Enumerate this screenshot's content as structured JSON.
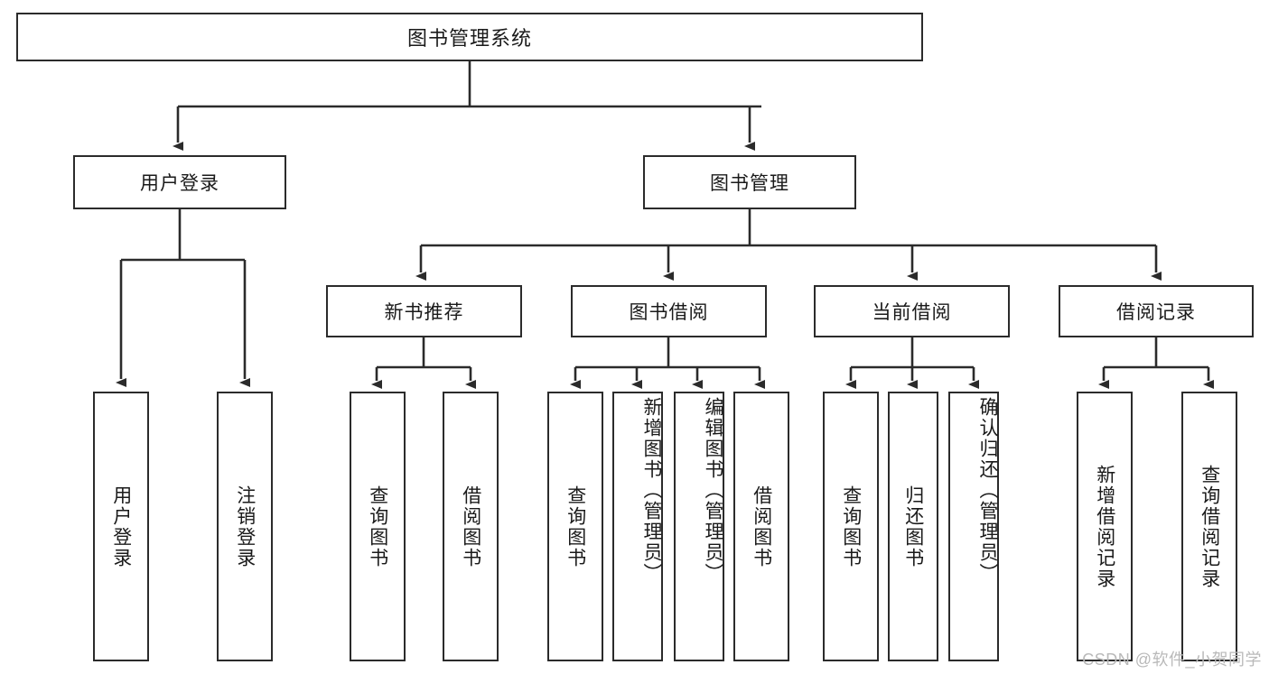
{
  "diagram": {
    "title": "图书管理系统",
    "type": "tree",
    "root": {
      "id": "root",
      "label": "图书管理系统",
      "orientation": "horizontal"
    },
    "level2": [
      {
        "id": "user-login",
        "label": "用户登录",
        "orientation": "horizontal"
      },
      {
        "id": "book-management",
        "label": "图书管理",
        "orientation": "horizontal"
      }
    ],
    "level3": [
      {
        "id": "new-book-recommend",
        "label": "新书推荐",
        "orientation": "horizontal",
        "parent": "book-management"
      },
      {
        "id": "book-borrow",
        "label": "图书借阅",
        "orientation": "horizontal",
        "parent": "book-management"
      },
      {
        "id": "current-borrow",
        "label": "当前借阅",
        "orientation": "horizontal",
        "parent": "book-management"
      },
      {
        "id": "borrow-record",
        "label": "借阅记录",
        "orientation": "horizontal",
        "parent": "book-management"
      }
    ],
    "leaves": [
      {
        "id": "leaf-user-login",
        "label": "用户登录",
        "orientation": "vertical",
        "parent": "user-login"
      },
      {
        "id": "leaf-user-logout",
        "label": "注销登录",
        "orientation": "vertical",
        "parent": "user-login"
      },
      {
        "id": "leaf-query-book-1",
        "label": "查询图书",
        "orientation": "vertical",
        "parent": "new-book-recommend"
      },
      {
        "id": "leaf-borrow-book-1",
        "label": "借阅图书",
        "orientation": "vertical",
        "parent": "new-book-recommend"
      },
      {
        "id": "leaf-query-book-2",
        "label": "查询图书",
        "orientation": "vertical",
        "parent": "book-borrow"
      },
      {
        "id": "leaf-add-book",
        "label": "新增图书（管理员）",
        "orientation": "vertical",
        "parent": "book-borrow"
      },
      {
        "id": "leaf-edit-book",
        "label": "编辑图书（管理员）",
        "orientation": "vertical",
        "parent": "book-borrow"
      },
      {
        "id": "leaf-borrow-book-2",
        "label": "借阅图书",
        "orientation": "vertical",
        "parent": "book-borrow"
      },
      {
        "id": "leaf-query-book-3",
        "label": "查询图书",
        "orientation": "vertical",
        "parent": "current-borrow"
      },
      {
        "id": "leaf-return-book",
        "label": "归还图书",
        "orientation": "vertical",
        "parent": "current-borrow"
      },
      {
        "id": "leaf-confirm-return",
        "label": "确认归还（管理员）",
        "orientation": "vertical",
        "parent": "current-borrow"
      },
      {
        "id": "leaf-add-record",
        "label": "新增借阅记录",
        "orientation": "vertical",
        "parent": "borrow-record"
      },
      {
        "id": "leaf-query-record",
        "label": "查询借阅记录",
        "orientation": "vertical",
        "parent": "borrow-record"
      }
    ]
  },
  "watermark": {
    "text": "CSDN @软件_小贺同学"
  },
  "colors": {
    "stroke": "#2b2b2b",
    "background": "#ffffff",
    "text": "#1a1a1a",
    "watermark": "#b9b9b9"
  }
}
